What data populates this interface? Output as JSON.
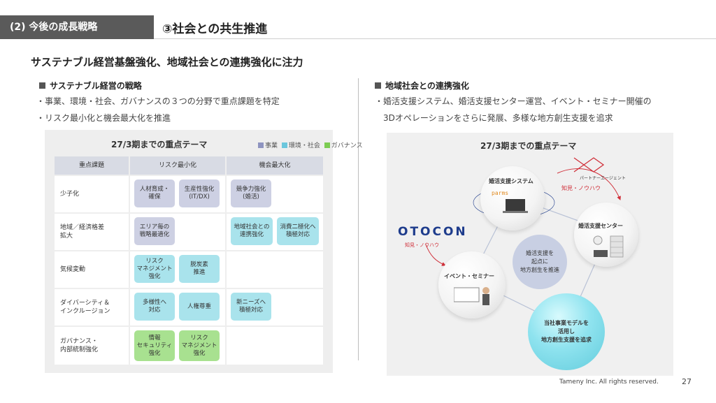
{
  "header": {
    "section_label": "(2) 今後の成長戦略",
    "title": "③社会との共生推進"
  },
  "headline": "サステナブル経営基盤強化、地域社会との連携強化に注力",
  "left": {
    "heading": "サステナブル経営の戦略",
    "bullets": [
      "・事業、環境・社会、ガバナンスの３つの分野で重点課題を特定",
      "・リスク最小化と機会最大化を推進"
    ],
    "panel": {
      "title": "27/3期までの重点テーマ",
      "legend": [
        {
          "label": "事業",
          "color": "#8e94c0"
        },
        {
          "label": "環境・社会",
          "color": "#6cc7dd"
        },
        {
          "label": "ガバナンス",
          "color": "#7ccc52"
        }
      ],
      "headers": [
        "重点課題",
        "リスク最小化",
        "機会最大化"
      ],
      "rows": [
        {
          "label": "少子化",
          "risk": [
            "人材育成・\n確保",
            "生産性強化\n(IT/DX)"
          ],
          "opp": [
            "競争力強化\n(婚活)"
          ]
        },
        {
          "label": "地域／経済格差\n拡大",
          "risk": [
            "エリア毎の\n戦略最適化"
          ],
          "opp": [
            "地域社会との\n連携強化",
            "消費二極化へ\n積極対応"
          ]
        },
        {
          "label": "気候変動",
          "risk": [
            "リスク\nマネジメント\n強化",
            "脱炭素\n推進"
          ],
          "opp": []
        },
        {
          "label": "ダイバーシティ＆\nインクルージョン",
          "risk": [
            "多様性へ\n対応",
            "人権尊重"
          ],
          "opp": [
            "新ニーズへ\n積極対応"
          ]
        },
        {
          "label": "ガバナンス・\n内部統制強化",
          "risk": [
            "情報\nセキュリティ\n強化",
            "リスク\nマネジメント\n強化"
          ],
          "opp": []
        }
      ]
    }
  },
  "right": {
    "heading": "地域社会との連携強化",
    "bullets": [
      "・婚活支援システム、婚活支援センター運営、イベント・セミナー開催の",
      "3Dオペレーションをさらに発展、多様な地方創生支援を追求"
    ],
    "panel": {
      "title": "27/3期までの重点テーマ",
      "partner_text": "パートナーエージェント",
      "partner_knowhow": "知見・ノウハウ",
      "otocon": "OTOCON",
      "otocon_knowhow": "知見・ノウハウ",
      "brand": "parms",
      "nodes": {
        "system": "婚活支援システム",
        "center": "婚活支援センター",
        "event": "イベント・セミナー",
        "hub": "婚活支援を\n起点に\n地方創生を推進",
        "model": "当社事業モデルを\n活用し\n地方創生支援を追求"
      }
    }
  },
  "footer": {
    "copyright": "Tameny Inc. All rights reserved.",
    "page_number": "27"
  },
  "colors": {
    "tab_bg": "#5a5a5a",
    "business": "#cdd0e3",
    "env_social": "#a9e3ec",
    "governance": "#a8e190",
    "accent_red": "#d0303a",
    "otocon_blue": "#1e3c8c"
  }
}
